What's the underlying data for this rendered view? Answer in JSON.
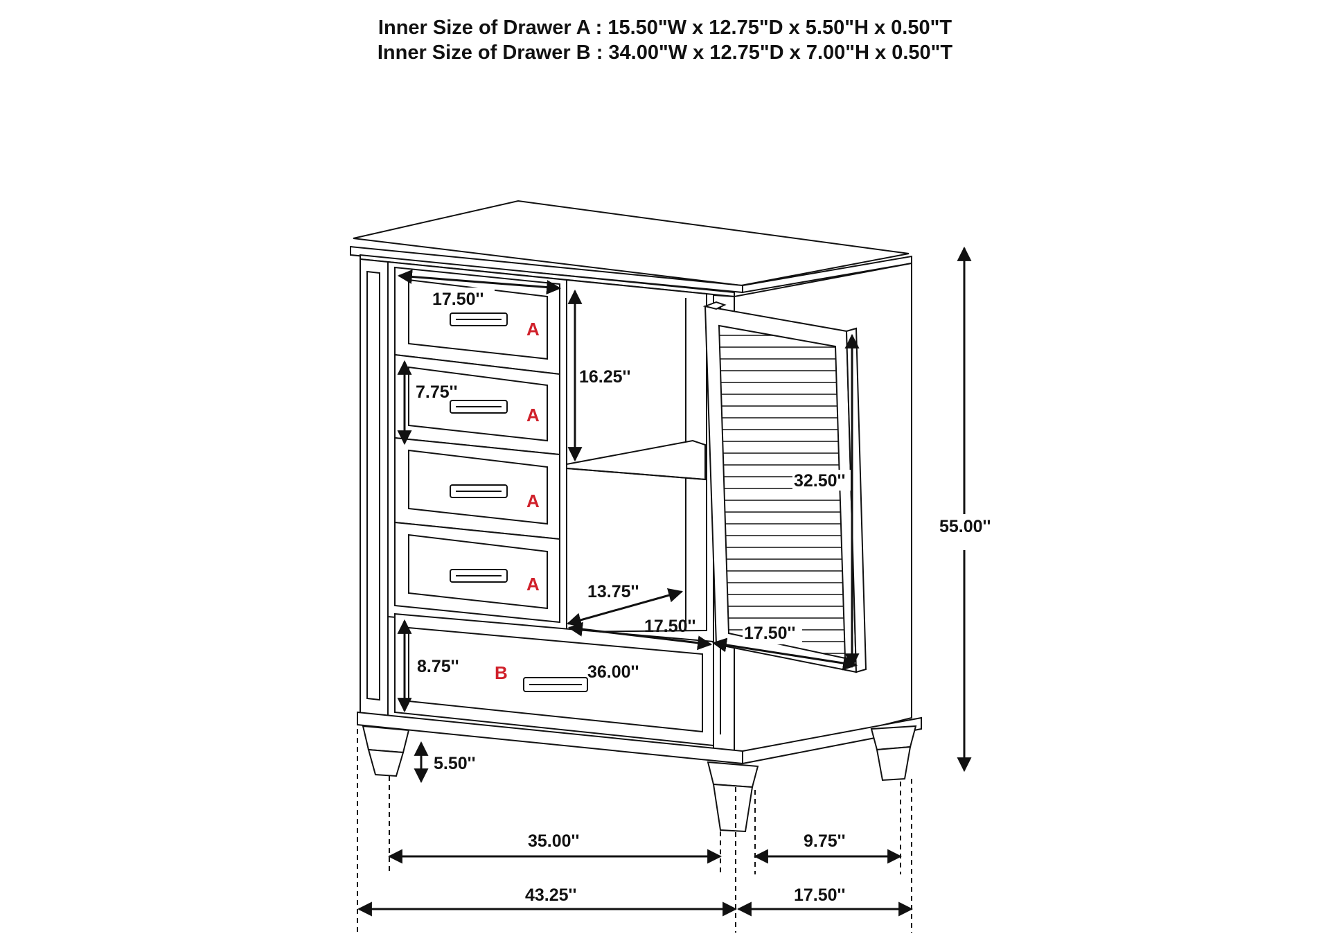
{
  "header": {
    "line_a": "Inner Size of Drawer A : 15.50\"W x 12.75\"D x 5.50\"H x 0.50\"T",
    "line_b": "Inner Size of Drawer B : 34.00\"W x 12.75\"D x 7.00\"H x 0.50\"T"
  },
  "drawer_labels": {
    "a1": "A",
    "a2": "A",
    "a3": "A",
    "a4": "A",
    "b": "B",
    "color": "#d0202a"
  },
  "dimensions": {
    "drawer_width": "17.50''",
    "drawer_a_height": "7.75''",
    "shelf_height": "16.25''",
    "door_height": "32.50''",
    "overall_height": "55.00''",
    "shelf_depth": "13.75''",
    "shelf_width": "17.50''",
    "door_width": "17.50''",
    "drawer_b_height": "8.75''",
    "drawer_b_width": "36.00''",
    "leg_height": "5.50''",
    "inner_width": "35.00''",
    "inner_depth": "9.75''",
    "overall_width": "43.25''",
    "overall_depth": "17.50''"
  },
  "colors": {
    "line": "#111111",
    "accent": "#d0202a",
    "background": "#ffffff"
  }
}
